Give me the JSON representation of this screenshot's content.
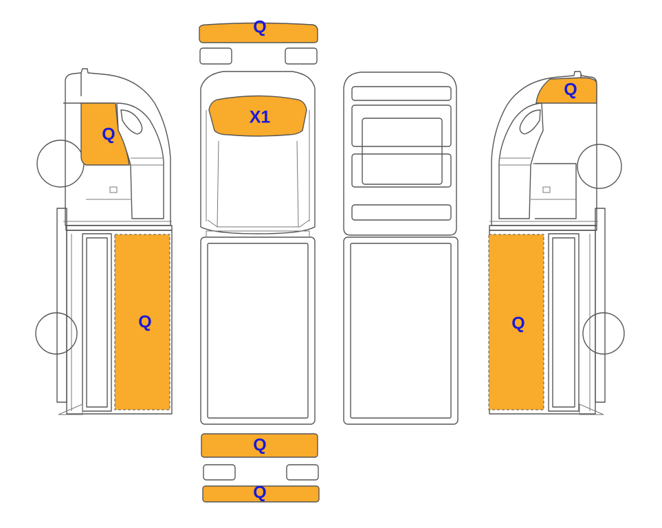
{
  "colors": {
    "highlight": "#f9ab2c",
    "label": "#1a1ad6",
    "outline": "#555555",
    "background": "#ffffff"
  },
  "zones": {
    "front_bumper": "Q",
    "windshield": "X1",
    "rear_upper": "Q",
    "rear_lower": "Q",
    "left_door": "Q",
    "left_box": "Q",
    "right_roof": "Q",
    "right_box": "Q"
  }
}
